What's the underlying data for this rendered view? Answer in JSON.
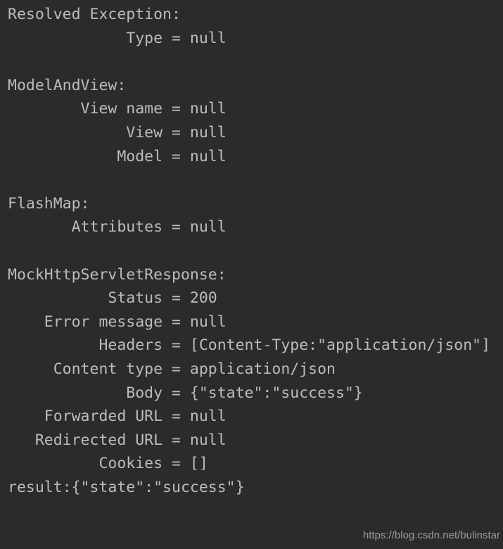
{
  "page": {
    "background_color": "#2b2b2b",
    "console_text_color": "#bcbcbc",
    "watermark_color": "#9b9b9b"
  },
  "console": {
    "label_field_width": 17,
    "separator": " = ",
    "sections": [
      {
        "title": "Resolved Exception:",
        "entries": [
          {
            "label": "Type",
            "value": "null"
          }
        ]
      },
      {
        "title": "ModelAndView:",
        "entries": [
          {
            "label": "View name",
            "value": "null"
          },
          {
            "label": "View",
            "value": "null"
          },
          {
            "label": "Model",
            "value": "null"
          }
        ]
      },
      {
        "title": "FlashMap:",
        "entries": [
          {
            "label": "Attributes",
            "value": "null"
          }
        ]
      },
      {
        "title": "MockHttpServletResponse:",
        "entries": [
          {
            "label": "Status",
            "value": "200"
          },
          {
            "label": "Error message",
            "value": "null"
          },
          {
            "label": "Headers",
            "value": "[Content-Type:\"application/json\"]"
          },
          {
            "label": "Content type",
            "value": "application/json"
          },
          {
            "label": "Body",
            "value": "{\"state\":\"success\"}"
          },
          {
            "label": "Forwarded URL",
            "value": "null"
          },
          {
            "label": "Redirected URL",
            "value": "null"
          },
          {
            "label": "Cookies",
            "value": "[]"
          }
        ]
      }
    ],
    "result_line": "result:{\"state\":\"success\"}"
  },
  "watermark": {
    "text": "https://blog.csdn.net/bulinstar"
  }
}
